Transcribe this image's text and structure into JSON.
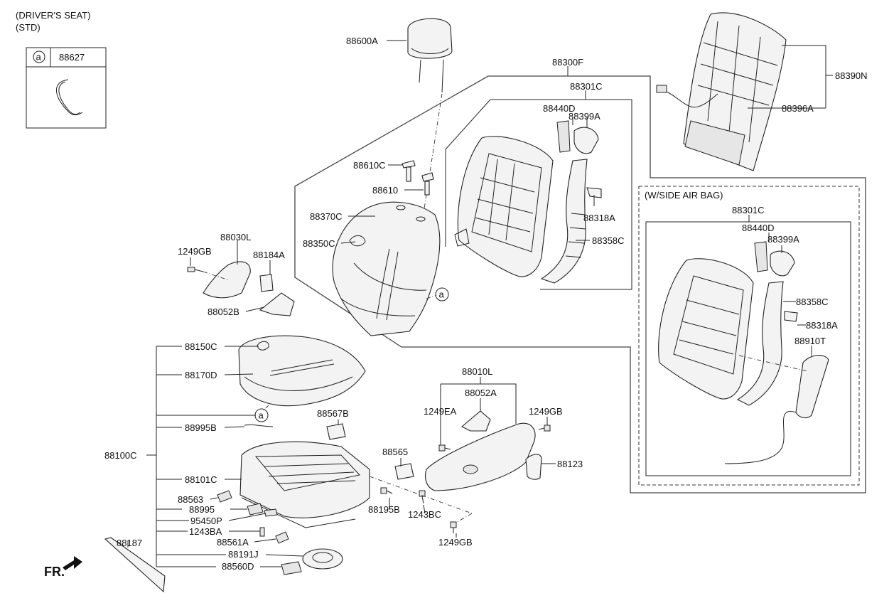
{
  "headers": [
    "(DRIVER'S SEAT)",
    "(STD)"
  ],
  "legend": {
    "circle_letter": "a",
    "part_number": "88627"
  },
  "airbag_caption": "(W/SIDE AIR BAG)",
  "callout_letter": "a",
  "fr_label": "FR.",
  "part_labels": [
    "88600A",
    "88300F",
    "88301C",
    "88440D",
    "88399A",
    "88390N",
    "88396A",
    "88610C",
    "88610",
    "88370C",
    "88350C",
    "88318A",
    "88358C",
    "88030L",
    "1249GB",
    "88184A",
    "88052B",
    "88150C",
    "88170D",
    "88100C",
    "88995B",
    "88101C",
    "88563",
    "88995",
    "95450P",
    "1243BA",
    "88561A",
    "88187",
    "88191J",
    "88560D",
    "88567B",
    "88565",
    "88195B",
    "1243BC",
    "1249GB",
    "88010L",
    "88052A",
    "1249EA",
    "1249GB",
    "88123",
    "88301C",
    "88440D",
    "88399A",
    "88358C",
    "88318A",
    "88910T"
  ]
}
